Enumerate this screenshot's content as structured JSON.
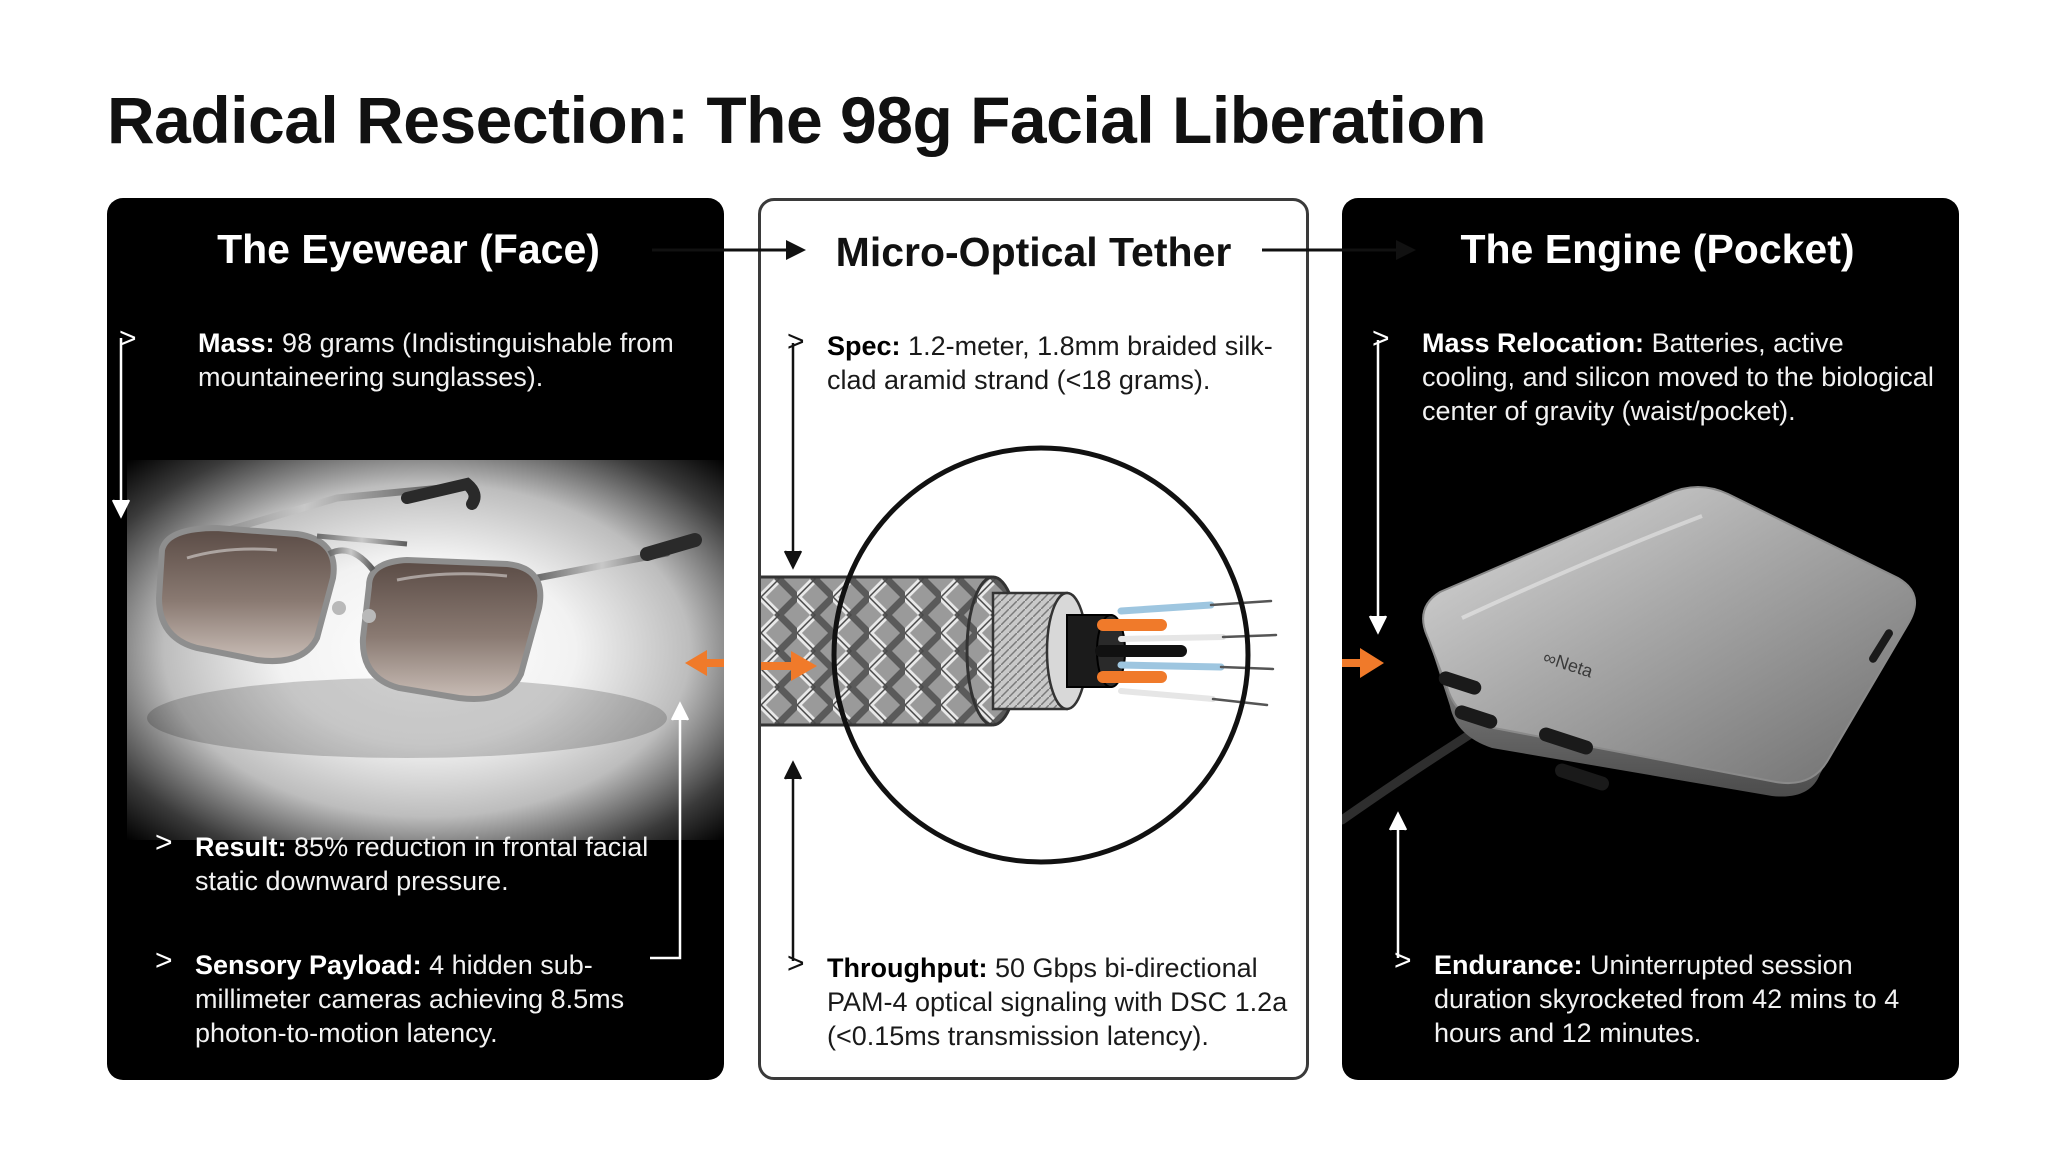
{
  "title": "Radical Resection: The 98g Facial Liberation",
  "panels": {
    "eyewear": {
      "title": "The Eyewear (Face)",
      "notes": [
        {
          "label": "Mass:",
          "text": "98 grams (Indistinguishable from mountaineering sunglasses)."
        },
        {
          "label": "Result:",
          "text": "85% reduction in frontal facial static downward pressure."
        },
        {
          "label": "Sensory Payload:",
          "text": "4 hidden sub-millimeter cameras achieving 8.5ms photon-to-motion latency."
        }
      ]
    },
    "tether": {
      "title": "Micro-Optical Tether",
      "notes": [
        {
          "label": "Spec:",
          "text": "1.2-meter, 1.8mm braided silk-clad aramid strand (<18 grams)."
        },
        {
          "label": "Throughput:",
          "text": "50 Gbps bi-directional PAM-4 optical signaling with DSC 1.2a (<0.15ms transmission latency)."
        }
      ]
    },
    "engine": {
      "title": "The Engine (Pocket)",
      "device_logo": "∞Neta",
      "notes": [
        {
          "label": "Mass Relocation:",
          "text": "Batteries, active cooling, and silicon moved to the biological center of gravity (waist/pocket)."
        },
        {
          "label": "Endurance:",
          "text": "Uninterrupted session duration skyrocketed from 42 mins to 4 hours and 12 minutes."
        }
      ]
    }
  },
  "colors": {
    "accent_arrow": "#f07a2a",
    "panel_dark": "#000000",
    "panel_border": "#3a3a3a",
    "title_text": "#111111"
  },
  "icons": [
    "chevron-right-icon",
    "arrow-right-icon",
    "double-arrow-icon",
    "sunglasses-icon",
    "cable-icon",
    "power-bank-icon"
  ]
}
